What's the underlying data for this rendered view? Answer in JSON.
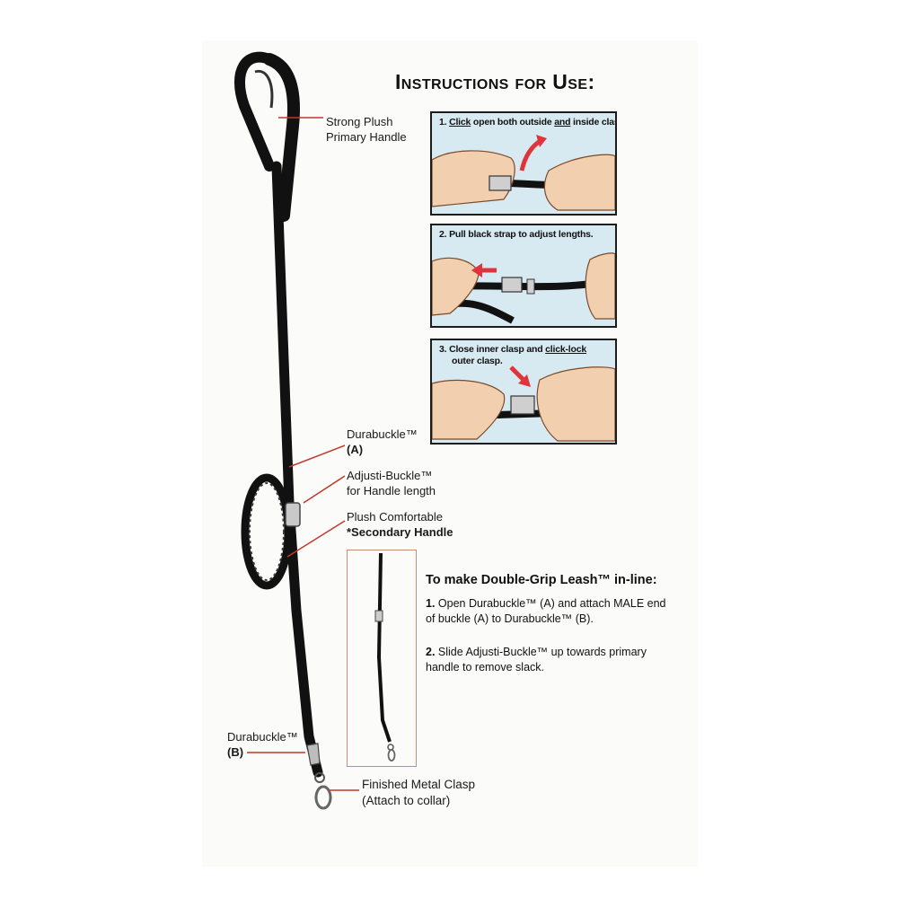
{
  "title": "Instructions for Use:",
  "labels": {
    "primary_handle_line1": "Strong Plush",
    "primary_handle_line2": "Primary Handle",
    "durabuckle_a_line1": "Durabuckle™",
    "durabuckle_a_line2": "(A)",
    "adjusti_line1": "Adjusti-Buckle™",
    "adjusti_line2": "for Handle length",
    "secondary_line1": "Plush Comfortable",
    "secondary_line2": "*Secondary Handle",
    "durabuckle_b_line1": "Durabuckle™",
    "durabuckle_b_line2": "(B)",
    "clasp_line1": "Finished Metal Clasp",
    "clasp_line2": "(Attach to collar)"
  },
  "steps_panels": [
    {
      "num": "1.",
      "w1": "Click",
      "w2": " open both outside ",
      "w3": "and",
      "w4": " inside clasp."
    },
    {
      "num": "2.",
      "text": "Pull black strap to adjust lengths."
    },
    {
      "num": "3.",
      "line1a": "Close inner clasp and ",
      "line1b": "click-lock",
      "line2": "outer clasp."
    }
  ],
  "inline": {
    "heading": "To make Double-Grip Leash™ in-line:",
    "step1_line1_a": "1. ",
    "step1_line1_b": "Open Durabuckle™ (A) and attach MALE end",
    "step1_line2": "of buckle (A) to Durabuckle™ (B).",
    "step2_line1_a": "2. ",
    "step2_line1_b": "Slide Adjusti-Buckle™ up towards primary",
    "step2_line2": "handle to remove slack."
  },
  "colors": {
    "panel_bg": "#d7eaf2",
    "arrow": "#e0343c",
    "leash": "#111111",
    "skin": "#f2cfae",
    "inline_box_border": "#c98c7a"
  }
}
